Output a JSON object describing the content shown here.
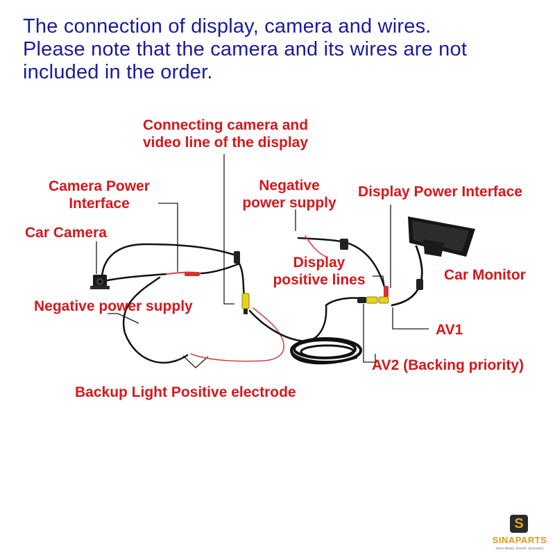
{
  "heading": {
    "line1": "The connection of display, camera and wires.",
    "line2": "Please note that the camera and its wires are not",
    "line3": "included in the order."
  },
  "labels": {
    "connecting_line1": "Connecting camera and",
    "connecting_line2": "video line of the display",
    "camera_power_line1": "Camera Power",
    "camera_power_line2": "Interface",
    "car_camera": "Car Camera",
    "negative_power_supply_left": "Negative power supply",
    "negative_right_line1": "Negative",
    "negative_right_line2": "power supply",
    "display_power_interface": "Display Power Interface",
    "display_positive_line1": "Display",
    "display_positive_line2": "positive lines",
    "car_monitor": "Car Monitor",
    "av1": "AV1",
    "av2": "AV2 (Backing priority)",
    "backup_light": "Backup Light Positive electrode"
  },
  "logo": {
    "badge": "S",
    "name": "SINAPARTS",
    "tagline": "since driven, forever accessory"
  },
  "colors": {
    "heading": "#1a1a9c",
    "label": "#d8161a",
    "wire": "#111111",
    "red_wire": "#d44444",
    "rca_yellow": "#e6d21e",
    "logo": "#e09a1c"
  }
}
